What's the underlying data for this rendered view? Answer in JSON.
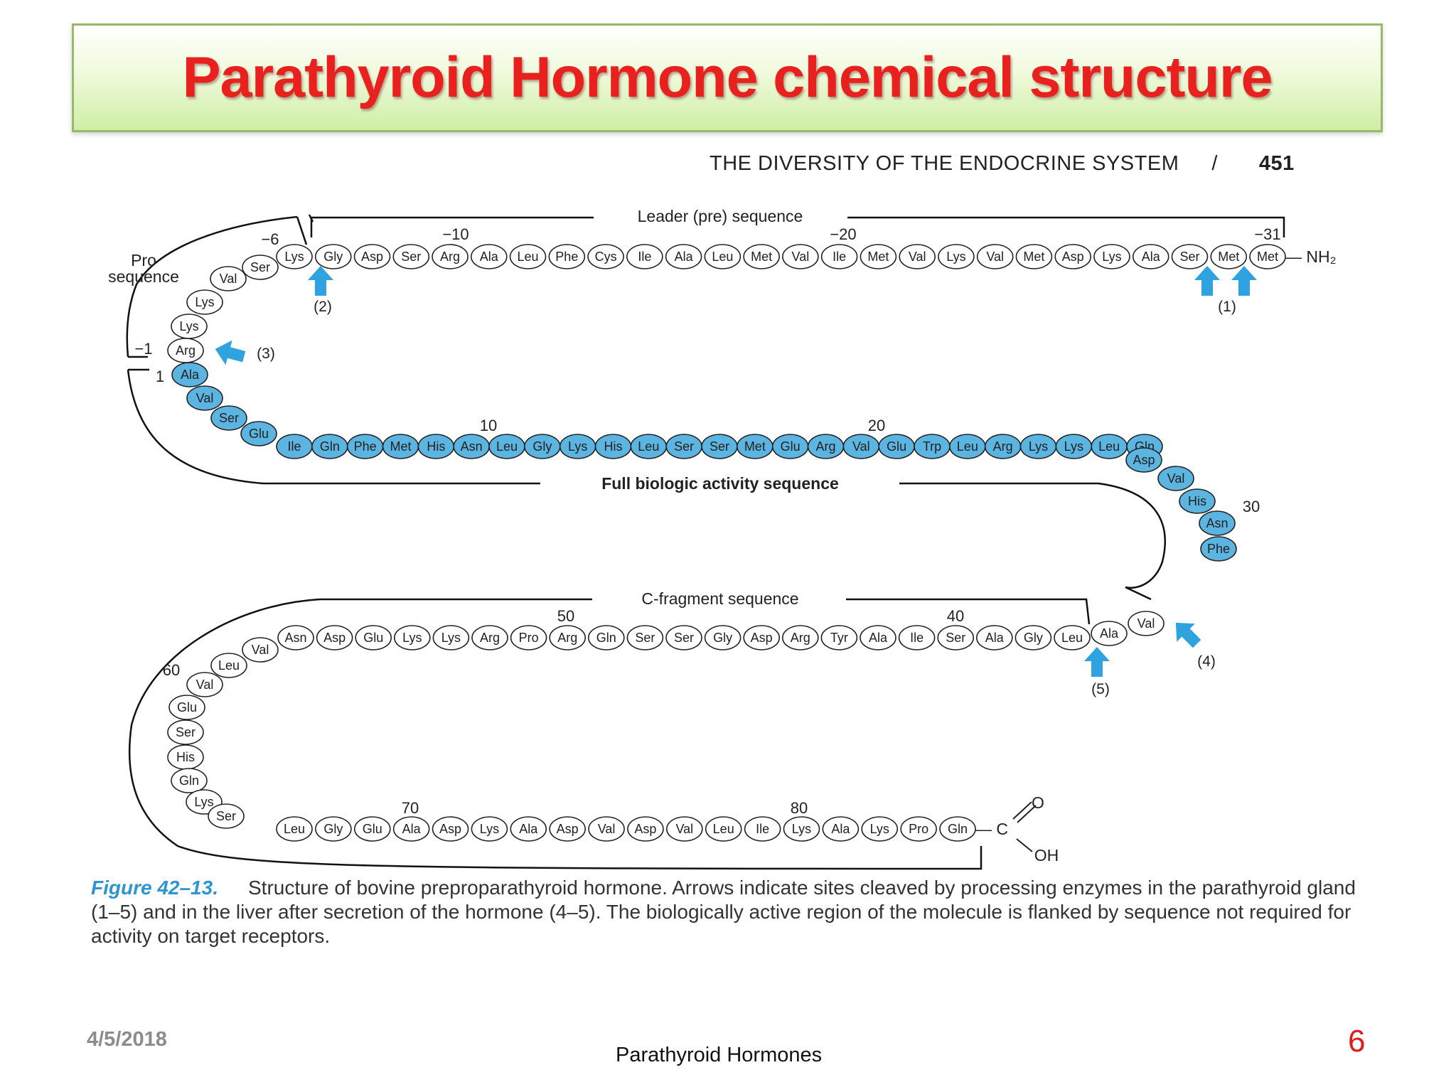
{
  "slide": {
    "title": "Parathyroid Hormone chemical structure",
    "footer_date": "4/5/2018",
    "footer_center": "Parathyroid  Hormones",
    "page_number": "6"
  },
  "book": {
    "running_header": "THE DIVERSITY OF THE ENDOCRINE SYSTEM",
    "slash": "/",
    "page": "451"
  },
  "caption": {
    "figure_label": "Figure 42–13.",
    "text": "Structure of bovine preproparathyroid hormone. Arrows indicate sites cleaved by processing enzymes in the parathyroid gland (1–5) and in the liver after secretion of the hormone (4–5). The biologically active region of the molecule is flanked by sequence not required for activity on target receptors."
  },
  "diagram": {
    "region_labels": {
      "leader": "Leader (pre) sequence",
      "pro_line1": "Pro",
      "pro_line2": "sequence",
      "full": "Full biologic activity sequence",
      "cfrag": "C-fragment sequence"
    },
    "termini": {
      "n_terminus": "— NH₂",
      "c_carbon": "— C",
      "c_oxygen": "O",
      "c_hydroxyl": "OH"
    },
    "cleavage_labels": [
      "(1)",
      "(2)",
      "(3)",
      "(4)",
      "(5)"
    ],
    "position_numbers": [
      "-31",
      "-20",
      "-10",
      "-6",
      "-1",
      "1",
      "10",
      "20",
      "30",
      "40",
      "50",
      "60",
      "70",
      "80"
    ],
    "leader_row": [
      "Lys",
      "Gly",
      "Asp",
      "Ser",
      "Arg",
      "Ala",
      "Leu",
      "Phe",
      "Cys",
      "Ile",
      "Ala",
      "Leu",
      "Met",
      "Val",
      "Ile",
      "Met",
      "Val",
      "Lys",
      "Val",
      "Met",
      "Asp",
      "Lys",
      "Ala",
      "Ser",
      "Met",
      "Met"
    ],
    "pro_arc": [
      "Ser",
      "Val",
      "Lys",
      "Lys",
      "Arg"
    ],
    "active_chain": [
      "Ala",
      "Val",
      "Ser",
      "Glu",
      "Ile",
      "Gln",
      "Phe",
      "Met",
      "His",
      "Asn",
      "Leu",
      "Gly",
      "Lys",
      "His",
      "Leu",
      "Ser",
      "Ser",
      "Met",
      "Glu",
      "Arg",
      "Val",
      "Glu",
      "Trp",
      "Leu",
      "Arg",
      "Lys",
      "Lys",
      "Leu",
      "Gln",
      "Asp",
      "Val",
      "His",
      "Asn",
      "Phe"
    ],
    "post_active": [
      "Val",
      "Ala"
    ],
    "c_row1": [
      "Leu",
      "Gly",
      "Ala",
      "Ser",
      "Ile",
      "Ala",
      "Tyr",
      "Arg",
      "Asp",
      "Gly",
      "Ser",
      "Ser",
      "Gln",
      "Arg",
      "Pro",
      "Arg",
      "Lys",
      "Lys",
      "Glu",
      "Asp",
      "Asn"
    ],
    "c_arc": [
      "Val",
      "Leu",
      "Val",
      "Glu",
      "Ser",
      "His",
      "Gln",
      "Lys",
      "Ser"
    ],
    "c_row2": [
      "Leu",
      "Gly",
      "Glu",
      "Ala",
      "Asp",
      "Lys",
      "Ala",
      "Asp",
      "Val",
      "Asp",
      "Val",
      "Leu",
      "Ile",
      "Lys",
      "Ala",
      "Lys",
      "Pro",
      "Gln"
    ]
  },
  "colors": {
    "title_red": "#e8211f",
    "active_fill": "#5cb4e0",
    "arrow_blue": "#2fa3df",
    "caption_label_blue": "#2e95d1",
    "page_number_red": "#e11a1a"
  }
}
